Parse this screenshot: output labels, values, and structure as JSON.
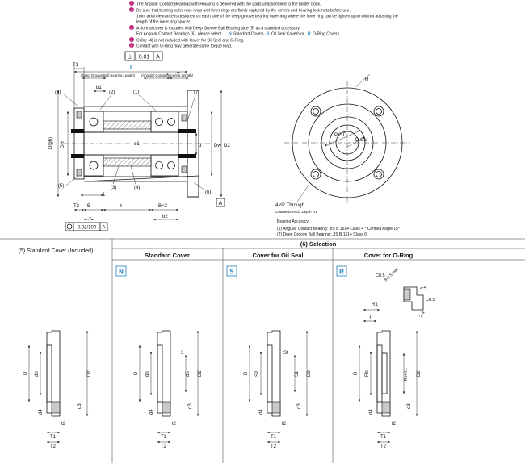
{
  "notes": [
    {
      "num": "1",
      "text": "The Angular Contact Bearings with Housing is delivered with the parts unassembled to the holder body."
    },
    {
      "num": "2",
      "text": "Be sure that bearing outer race rings and inner rings are firmly captured by the covers and bearing lock nuts before use."
    },
    {
      "num": "",
      "text": "1mm axial clearance is designed on each side of the deep groove bearing outer ring where the inner ring can be tighten upon without adjusting the"
    },
    {
      "num": "",
      "text": "length of the inner ring spacer."
    },
    {
      "num": "3",
      "text": "A normal cover is included with Deep Groove Ball Bearing side (5) as a standard accessory."
    },
    {
      "num": "",
      "text": "For Angular Contact Bearings (6), please select"
    },
    {
      "num": "4",
      "text": "Collar (4) is not included with Cover for Oil Seal and O-Ring."
    },
    {
      "num": "5",
      "text": "Contact with O-Ring may generate some torque load."
    }
  ],
  "note_select": {
    "n": "N",
    "n_text": "Standard Covers ,",
    "s": "S",
    "s_text": "Oil Seal Covers or",
    "r": "R",
    "r_text": "O-Ring Covers."
  },
  "main": {
    "tol_box": "0.01",
    "datum_a": "A",
    "label_l": "L",
    "perp": "⊥",
    "runout": "0.02/100",
    "runout_datum": "A",
    "labels": {
      "T1": "T1",
      "T": "T",
      "b1": "b1",
      "t": "t",
      "b2": "b2",
      "B": "B",
      "Bx2": "B×2",
      "l": "ℓ",
      "one": "1",
      "T2": "T2",
      "Dg6": "D(g6)",
      "DH": "DH",
      "d1": "d1",
      "d": "d",
      "dn": "Dw",
      "D2": "D2",
      "p1": "(1)",
      "p2": "(2)",
      "p3": "(3)",
      "p4": "(4)",
      "p5": "(5)",
      "p6": "(6)",
      "p7": "(7)",
      "p8": "(8)",
      "brg_len_left": "(Deep Groove Ball Bearing Length)",
      "brg_len_right": "(Angular Contact Bearing Length)"
    }
  },
  "front": {
    "pcd": "P.C.D",
    "dcd": "D.C.d",
    "H": "H",
    "through": "4-d2 Through",
    "counterbore": "Counterbore d3 Depth H1"
  },
  "accuracy": {
    "title": "Bearing Accuracy",
    "l1": "(1) Angular Contact Bearing: JIS B 1514 Class 4   * Contact Angle 15°",
    "l2": "(2) Deep Groove Ball Bearing: JIS B 1514 Class 0"
  },
  "section_left": {
    "title": "(5) Standard Cover (Included)"
  },
  "selection": {
    "title": "(6) Selection",
    "cols": [
      {
        "heading": "Standard Cover",
        "badge": "N"
      },
      {
        "heading": "Cover for Oil Seal",
        "badge": "S"
      },
      {
        "heading": "Cover for O-Ring",
        "badge": "R"
      }
    ]
  },
  "dims": {
    "D": "D",
    "dh": "dh",
    "D2": "D2",
    "d4": "d4",
    "d3": "d3",
    "T1": "T1",
    "T2": "T2",
    "t2": "t2",
    "d5": "d5",
    "three": "3",
    "S2": "S2",
    "S1": "S1",
    "St": "St",
    "Rh": "Rh",
    "Rs": "Rs+0.1",
    "R1": "R1",
    "C05a": "C0.5",
    "C05b": "C0.5",
    "a24a": "2-4",
    "a24b": "2-4",
    "one": "1",
    "eight": "8-0.5 max"
  },
  "colors": {
    "badge": "#1a7fc1",
    "note_icon": "#c0207a"
  }
}
